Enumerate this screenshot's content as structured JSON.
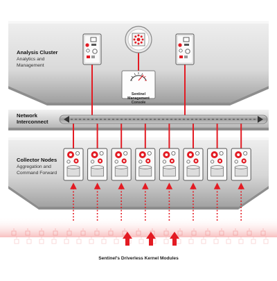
{
  "colors": {
    "accent": "#e31b23",
    "accent_light": "#f08a8a",
    "panel_light": "#e6e6e6",
    "panel_dark": "#a9a9a9",
    "text": "#111111"
  },
  "analysis_cluster": {
    "title": "Analysis Cluster",
    "subtitle_line1": "Analytics and",
    "subtitle_line2": "Management",
    "console_line1": "Sentinel",
    "console_line2": "Management",
    "console_line3": "Console",
    "server_icon": "server-tower-icon",
    "hub_icon": "network-hub-icon",
    "console_icon": "gauge-console-icon"
  },
  "network": {
    "title_line1": "Network",
    "title_line2": "Interconnect",
    "bus_icon": "double-arrow-bus-icon"
  },
  "collector_nodes": {
    "title": "Collector Nodes",
    "subtitle_line1": "Aggregation and",
    "subtitle_line2": "Command Forward",
    "node_count": 8,
    "node_icon": "collector-node-icon"
  },
  "footer": {
    "caption": "Sentinel's Driverless Kernel Modules",
    "module_icon": "kernel-module-icon"
  }
}
